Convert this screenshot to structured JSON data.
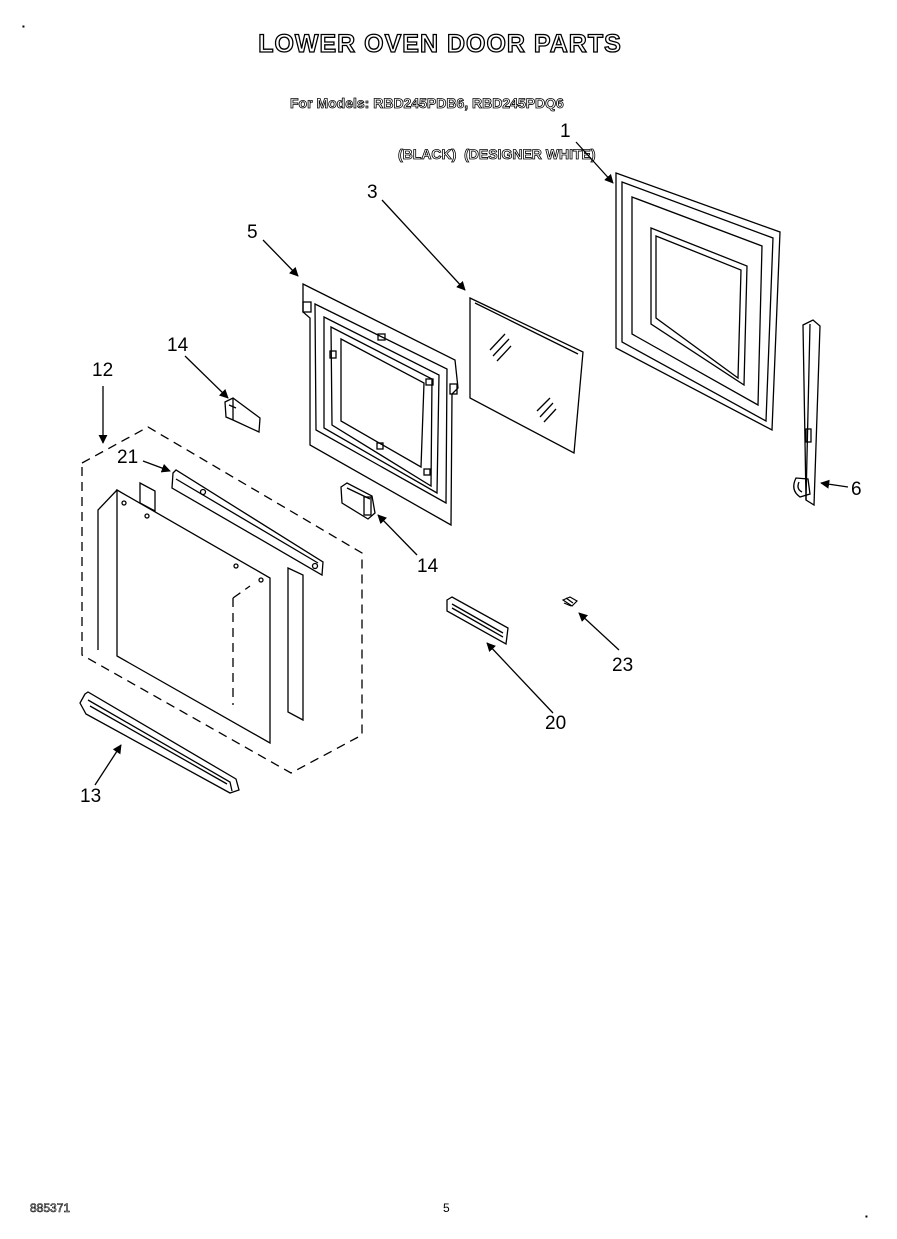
{
  "header": {
    "title": "LOWER OVEN DOOR PARTS",
    "models_line": "For Models: RBD245PDB6, RBD245PDQ6",
    "colors_line_black": "(BLACK)",
    "colors_line_white": "(DESIGNER WHITE)"
  },
  "callouts": {
    "c1": "1",
    "c3": "3",
    "c5": "5",
    "c6": "6",
    "c12": "12",
    "c13": "13",
    "c14a": "14",
    "c14b": "14",
    "c20": "20",
    "c21": "21",
    "c23": "23"
  },
  "footer": {
    "doc_number": "885371",
    "page_number": "5"
  },
  "colors": {
    "line": "#000000",
    "background": "#ffffff"
  }
}
